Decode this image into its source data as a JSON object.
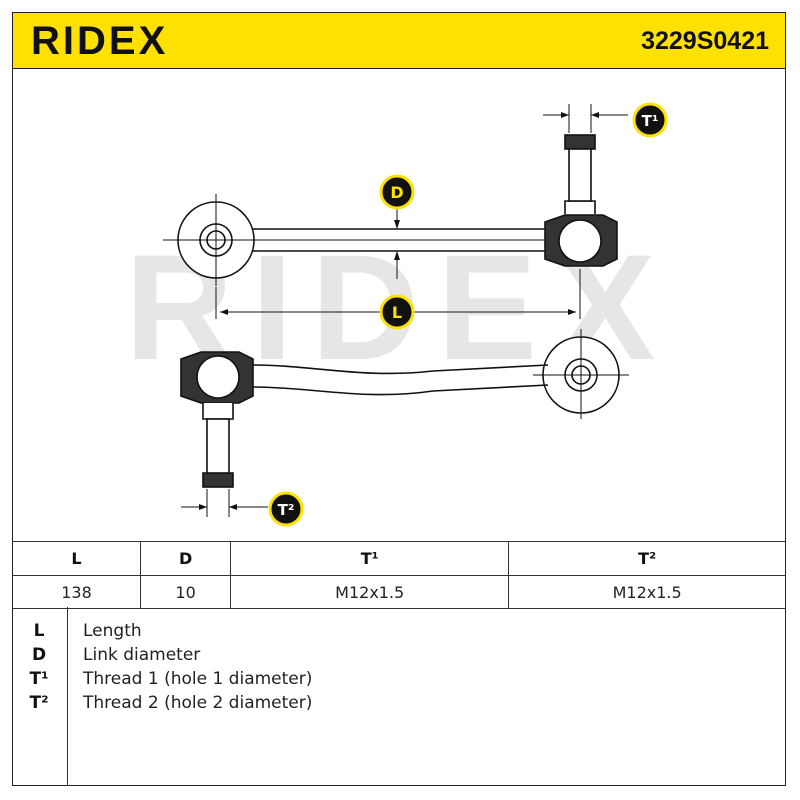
{
  "header": {
    "brand": "RIDEX",
    "part_number": "3229S0421"
  },
  "drawing": {
    "watermark": "RIDEX",
    "labels": {
      "t1": "T¹",
      "t2": "T²",
      "d": "D",
      "l": "L"
    }
  },
  "spec_table": {
    "headers": [
      "L",
      "D",
      "T¹",
      "T²"
    ],
    "values": [
      "138",
      "10",
      "M12x1.5",
      "M12x1.5"
    ]
  },
  "legend": [
    {
      "symbol": "L",
      "text": "Length"
    },
    {
      "symbol": "D",
      "text": "Link diameter"
    },
    {
      "symbol": "T¹",
      "text": "Thread 1 (hole 1 diameter)"
    },
    {
      "symbol": "T²",
      "text": "Thread 2 (hole 2 diameter)"
    }
  ],
  "colors": {
    "brand_yellow": "#ffe100",
    "badge_black": "#111111",
    "watermark_gray": "#e6e6e6"
  }
}
